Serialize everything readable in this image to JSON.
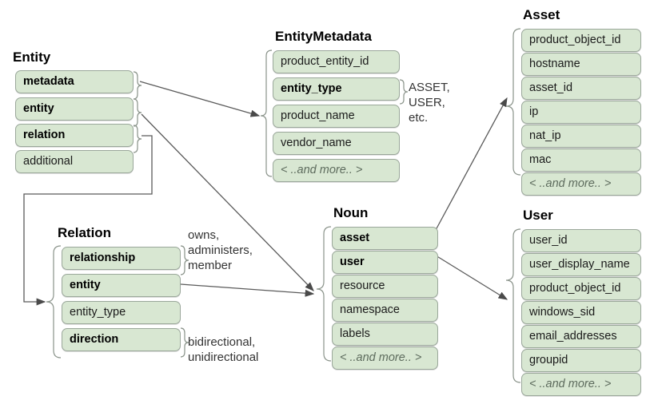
{
  "diagram": {
    "title_hidden": "",
    "box_fill": "#d8e7d2",
    "box_border": "#9aa79a",
    "wire_color": "#555555"
  },
  "groups": {
    "entity": {
      "title": "Entity",
      "fields": [
        {
          "label": "metadata",
          "style": "bold"
        },
        {
          "label": "entity",
          "style": "bold"
        },
        {
          "label": "relation",
          "style": "bold"
        },
        {
          "label": "additional",
          "style": "normal"
        }
      ]
    },
    "entity_metadata": {
      "title": "EntityMetadata",
      "fields": [
        {
          "label": "product_entity_id",
          "style": "normal"
        },
        {
          "label": "entity_type",
          "style": "bold"
        },
        {
          "label": "product_name",
          "style": "normal"
        },
        {
          "label": "vendor_name",
          "style": "normal"
        },
        {
          "label": "< ..and more.. >",
          "style": "more"
        }
      ]
    },
    "asset": {
      "title": "Asset",
      "fields": [
        {
          "label": "product_object_id",
          "style": "normal"
        },
        {
          "label": "hostname",
          "style": "normal"
        },
        {
          "label": "asset_id",
          "style": "normal"
        },
        {
          "label": "ip",
          "style": "normal"
        },
        {
          "label": "nat_ip",
          "style": "normal"
        },
        {
          "label": "mac",
          "style": "normal"
        },
        {
          "label": "< ..and more.. >",
          "style": "more"
        }
      ]
    },
    "user": {
      "title": "User",
      "fields": [
        {
          "label": "user_id",
          "style": "normal"
        },
        {
          "label": "user_display_name",
          "style": "normal"
        },
        {
          "label": "product_object_id",
          "style": "normal"
        },
        {
          "label": "windows_sid",
          "style": "normal"
        },
        {
          "label": "email_addresses",
          "style": "normal"
        },
        {
          "label": "groupid",
          "style": "normal"
        },
        {
          "label": "< ..and more.. >",
          "style": "more"
        }
      ]
    },
    "noun": {
      "title": "Noun",
      "fields": [
        {
          "label": "asset",
          "style": "bold"
        },
        {
          "label": "user",
          "style": "bold"
        },
        {
          "label": "resource",
          "style": "normal"
        },
        {
          "label": "namespace",
          "style": "normal"
        },
        {
          "label": "labels",
          "style": "normal"
        },
        {
          "label": "< ..and more.. >",
          "style": "more"
        }
      ]
    },
    "relation": {
      "title": "Relation",
      "fields": [
        {
          "label": "relationship",
          "style": "bold"
        },
        {
          "label": "entity",
          "style": "bold"
        },
        {
          "label": "entity_type",
          "style": "normal"
        },
        {
          "label": "direction",
          "style": "bold"
        }
      ]
    }
  },
  "annotations": {
    "entity_type_values": "ASSET,\nUSER,\netc.",
    "relationship_values": "owns,\nadministers,\nmember",
    "direction_values": "bidirectional,\nunidirectional"
  }
}
